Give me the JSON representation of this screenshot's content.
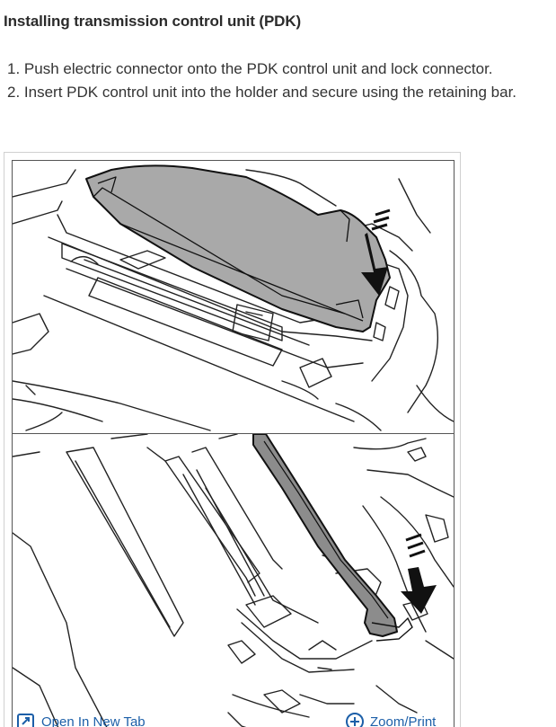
{
  "heading": "Installing transmission control unit (PDK)",
  "steps": [
    "1. Push electric connector onto the PDK control unit and lock connector.",
    "2. Insert PDK control unit into the holder and secure using the retaining bar."
  ],
  "figure": {
    "panels": [
      "connector-illustration",
      "retaining-bar-illustration"
    ]
  },
  "toolbar": {
    "open_new_tab": "Open In New Tab",
    "zoom_print": "Zoom/Print",
    "open_icon": "open-external-icon",
    "zoom_icon": "zoom-plus-icon"
  },
  "colors": {
    "link": "#1c5fa8",
    "unit_fill": "#a9a9a9",
    "bar_fill": "#8c8c8c",
    "arrow": "#111111"
  }
}
